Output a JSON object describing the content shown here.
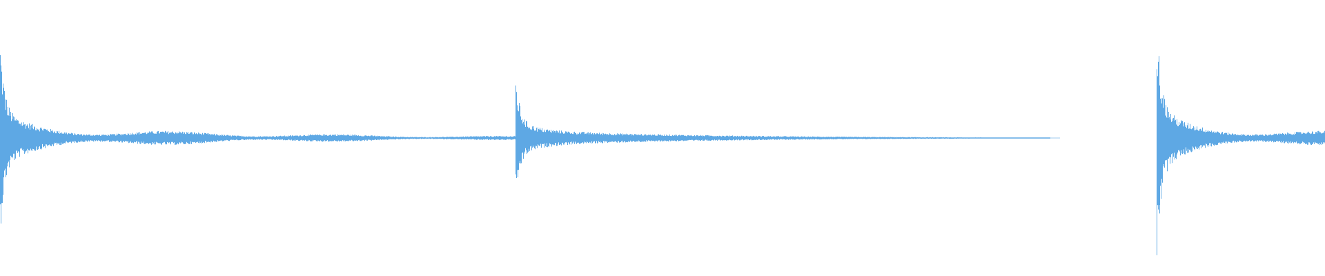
{
  "waveform": {
    "color": "#5ea8e4",
    "background": "#ffffff",
    "hits": [
      {
        "start": 0.0,
        "peak_up": 0.54,
        "peak_down": 0.53,
        "decay": "long",
        "modulated": true
      },
      {
        "start": 0.389,
        "peak_up": 0.35,
        "peak_down": 0.35,
        "decay": "medium",
        "modulated": false
      },
      {
        "start": 0.873,
        "peak_up": 0.68,
        "peak_down": 0.7,
        "decay": "long",
        "modulated": true
      }
    ]
  }
}
